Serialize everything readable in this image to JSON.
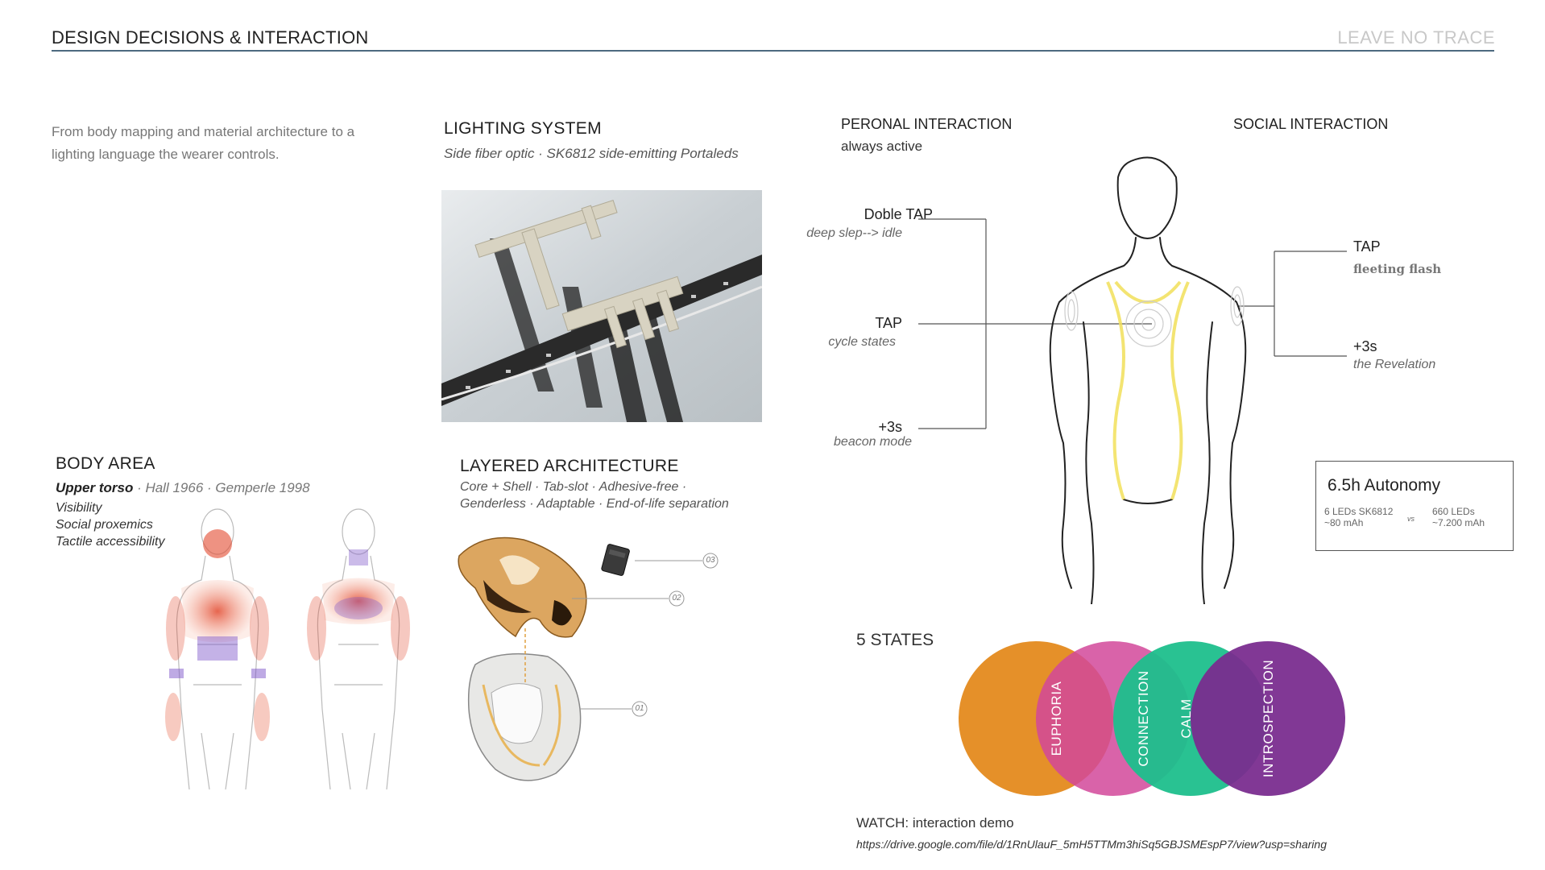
{
  "header": {
    "title": "DESIGN DECISIONS & INTERACTION",
    "project": "LEAVE NO TRACE"
  },
  "intro": "From body mapping and material architecture to a lighting language the wearer controls.",
  "lighting": {
    "title": "LIGHTING SYSTEM",
    "subtitle": "Side fiber optic · SK6812 side-emitting Portaleds"
  },
  "body_area": {
    "title": "BODY AREA",
    "line1_bold": "Upper torso",
    "line1_rest": " · Hall 1966 · Gemperle 1998",
    "items": [
      "Visibility",
      "Social proxemics",
      "Tactile accessibility"
    ]
  },
  "layered": {
    "title": "LAYERED ARCHITECTURE",
    "line1": "Core + Shell · Tab-slot · Adhesive-free ·",
    "line2": "Genderless · Adaptable · End-of-life separation",
    "callouts": [
      "03",
      "02",
      "01"
    ]
  },
  "personal": {
    "title": "PERONAL INTERACTION",
    "subtitle": "always active",
    "actions": [
      {
        "label": "Doble TAP",
        "sub": "deep slep--> idle"
      },
      {
        "label": "TAP",
        "sub": "cycle states"
      },
      {
        "label": "+3s",
        "sub": "beacon mode"
      }
    ]
  },
  "social": {
    "title": "SOCIAL INTERACTION",
    "actions": [
      {
        "label": "TAP",
        "sub": "fleeting flash"
      },
      {
        "label": "+3s",
        "sub": "the Revelation"
      }
    ]
  },
  "autonomy": {
    "title": "6.5h Autonomy",
    "left_line1": "6 LEDs SK6812",
    "left_line2": "~80 mAh",
    "vs": "vs",
    "right_line1": "660 LEDs",
    "right_line2": "~7.200 mAh"
  },
  "states": {
    "title": "5 STATES",
    "items": [
      {
        "name": "EUPHORIA",
        "color": "#e48a1e"
      },
      {
        "name": "CONNECTION",
        "color": "#d2489a"
      },
      {
        "name": "CALM",
        "color": "#1dbf8c"
      },
      {
        "name": "INTROSPECTION",
        "color": "#7a2d8f"
      }
    ]
  },
  "watch": {
    "label": "WATCH: interaction demo",
    "url": "https://drive.google.com/file/d/1RnUlauF_5mH5TTMm3hiSq5GBJSMEspP7/view?usp=sharing"
  }
}
